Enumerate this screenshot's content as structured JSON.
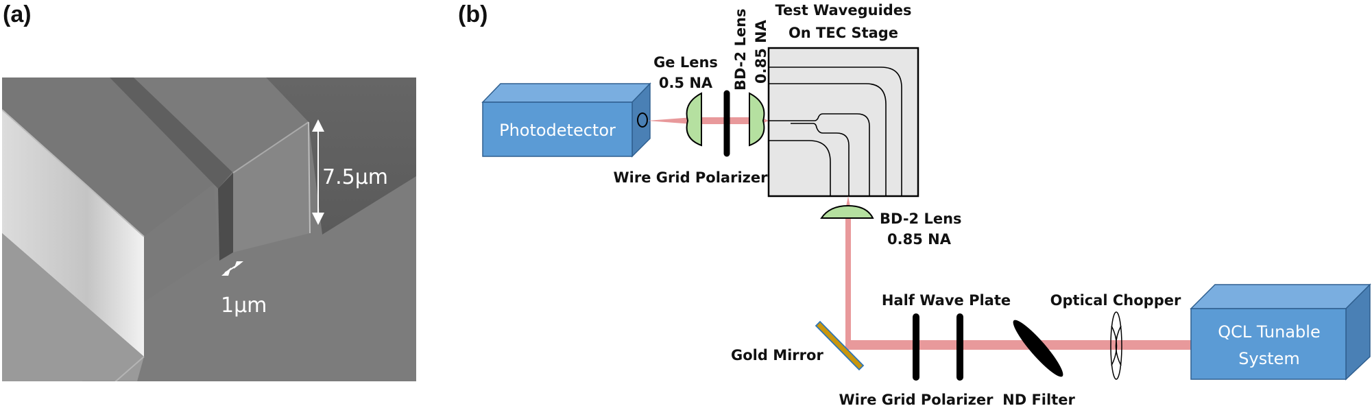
{
  "panels": {
    "a": {
      "label": "(a)",
      "description": "SEM micrograph of waveguide trench",
      "annotations": {
        "height": "7.5µm",
        "gap": "1µm"
      }
    },
    "b": {
      "label": "(b)",
      "components": {
        "photodetector": "Photodetector",
        "ge_lens_line1": "Ge Lens",
        "ge_lens_line2": "0.5 NA",
        "wire_grid_polarizer_top": "Wire Grid Polarizer",
        "bd2_lens_vertical_line1": "BD-2 Lens",
        "bd2_lens_vertical_line2": "0.85 NA",
        "stage_title_line1": "Test Waveguides",
        "stage_title_line2": "On TEC Stage",
        "bd2_lens_bottom_line1": "BD-2 Lens",
        "bd2_lens_bottom_line2": "0.85 NA",
        "gold_mirror": "Gold Mirror",
        "half_wave_plate": "Half Wave Plate",
        "wire_grid_polarizer_bottom": "Wire Grid Polarizer",
        "nd_filter": "ND Filter",
        "optical_chopper": "Optical Chopper",
        "qcl_line1": "QCL Tunable",
        "qcl_line2": "System"
      },
      "colors": {
        "box_front": "#5b9bd5",
        "box_top": "#7aaee0",
        "box_side": "#4a80b5",
        "box_edge": "#2f5f8f",
        "beam": "#e8999b",
        "lens_fill": "#b5e0a0",
        "stage_fill": "#e6e6e6",
        "mirror_fill": "#c9960c",
        "mirror_edge": "#2e75b6"
      }
    }
  }
}
